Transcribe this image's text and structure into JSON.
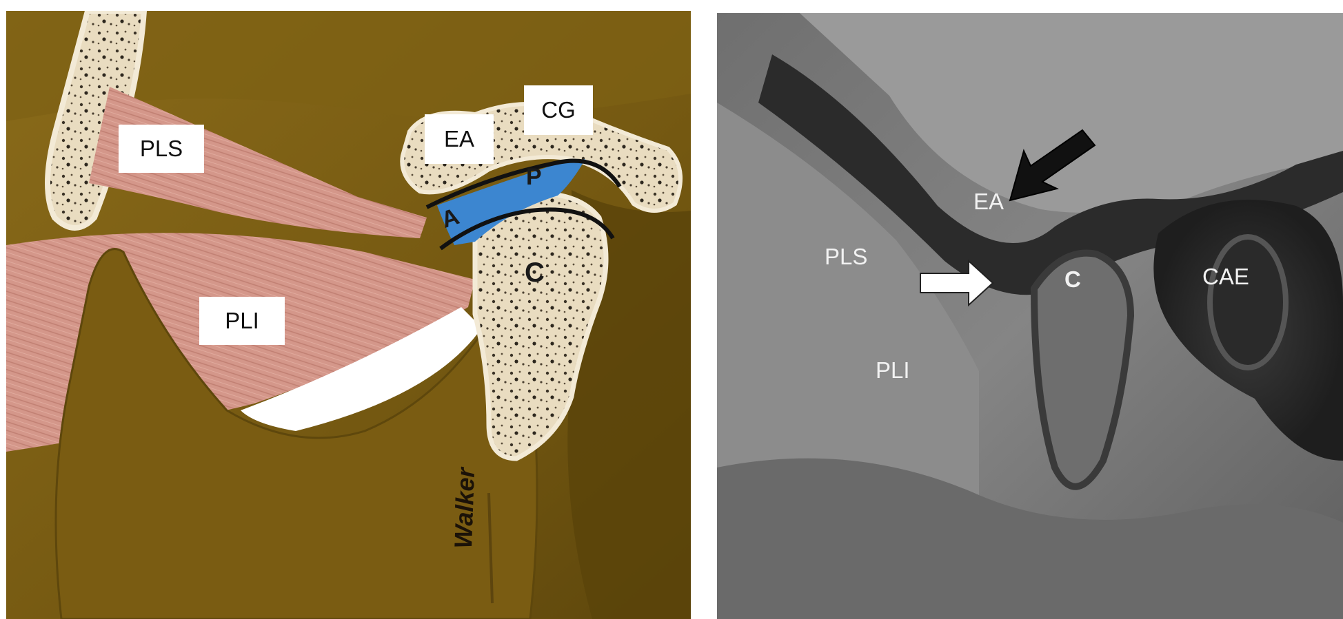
{
  "left_illustration": {
    "labels": {
      "pls": "PLS",
      "pli": "PLI",
      "ea": "EA",
      "cg": "CG",
      "anterior": "A",
      "posterior": "P",
      "condyle": "C"
    },
    "signature": "Walker"
  },
  "right_mri": {
    "labels": {
      "ea": "EA",
      "pls": "PLS",
      "pli": "PLI",
      "condyle": "C",
      "cae": "CAE"
    }
  },
  "colors": {
    "illustration_bg": "#7a5e15",
    "bone": "#eadfc6",
    "muscle": "#d4978a",
    "disc": "#3c86d0",
    "mri_gray": "#7c7c7c"
  }
}
